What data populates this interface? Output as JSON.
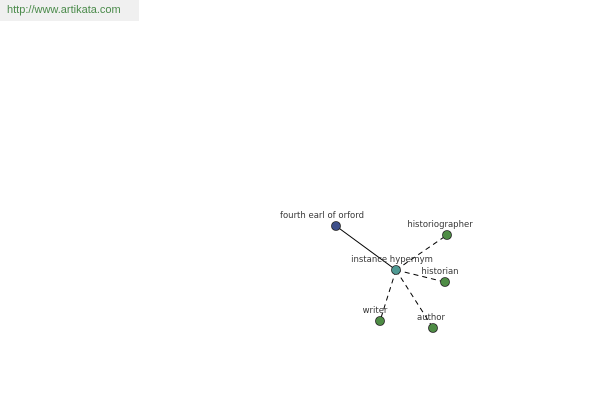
{
  "site_link": {
    "text": "http://www.artikata.com",
    "color": "#4a8a4a"
  },
  "graph": {
    "center": {
      "label": "instance hypernym",
      "color": "#4f9a94"
    },
    "nodes": [
      {
        "id": "fourth-earl-of-orford",
        "label": "fourth earl of orford",
        "color": "#3d4f8a",
        "edge": "solid"
      },
      {
        "id": "historiographer",
        "label": "historiographer",
        "color": "#4e8c45",
        "edge": "dashed"
      },
      {
        "id": "historian",
        "label": "historian",
        "color": "#4e8c45",
        "edge": "dashed"
      },
      {
        "id": "writer",
        "label": "writer",
        "color": "#4e8c45",
        "edge": "dashed"
      },
      {
        "id": "author",
        "label": "author",
        "color": "#4e8c45",
        "edge": "dashed"
      }
    ]
  }
}
